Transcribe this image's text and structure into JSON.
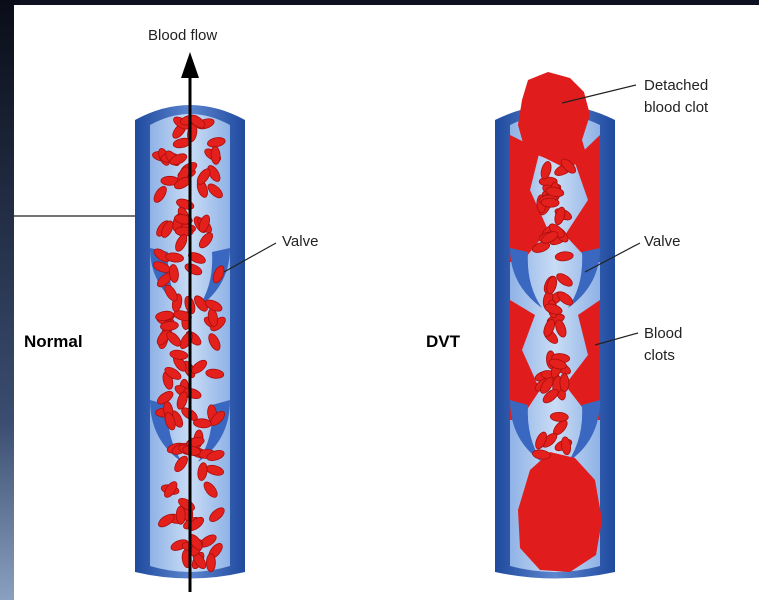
{
  "labels": {
    "blood_flow": "Blood flow",
    "normal": "Normal",
    "dvt": "DVT",
    "valve_normal": "Valve",
    "valve_dvt": "Valve",
    "detached_line1": "Detached",
    "detached_line2": "blood clot",
    "clots_line1": "Blood",
    "clots_line2": "clots"
  },
  "colors": {
    "vein_outer": "#2d58b0",
    "vein_inner": "#a9c6ee",
    "rbc": "#e3201b",
    "clot": "#e11c1c",
    "background": "#ffffff"
  }
}
